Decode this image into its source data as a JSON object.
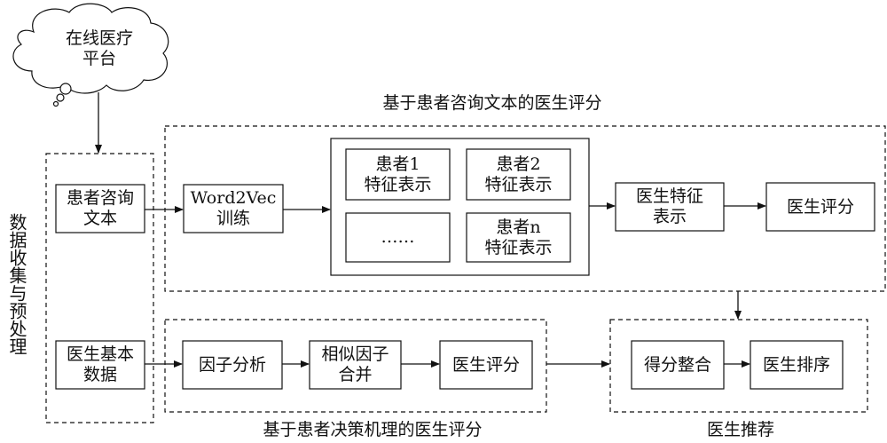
{
  "cloud": {
    "label": "在线医疗\n平台"
  },
  "titles": {
    "text_scoring": "基于患者咨询文本的医生评分",
    "decision_scoring": "基于患者决策机理的医生评分",
    "recommend": "医生推荐",
    "collect": "数据收集与预处理"
  },
  "boxes": {
    "consult_text": "患者咨询\n文本",
    "word2vec": "Word2Vec\n训练",
    "patient1": "患者1\n特征表示",
    "patient2": "患者2\n特征表示",
    "ellipsis": "……",
    "patientn": "患者n\n特征表示",
    "doctor_feature": "医生特征\n表示",
    "doctor_score_top": "医生评分",
    "doctor_basic": "医生基本\n数据",
    "factor_analysis": "因子分析",
    "merge_factors": "相似因子\n合并",
    "doctor_score_bottom": "医生评分",
    "score_merge": "得分整合",
    "doctor_rank": "医生排序"
  }
}
